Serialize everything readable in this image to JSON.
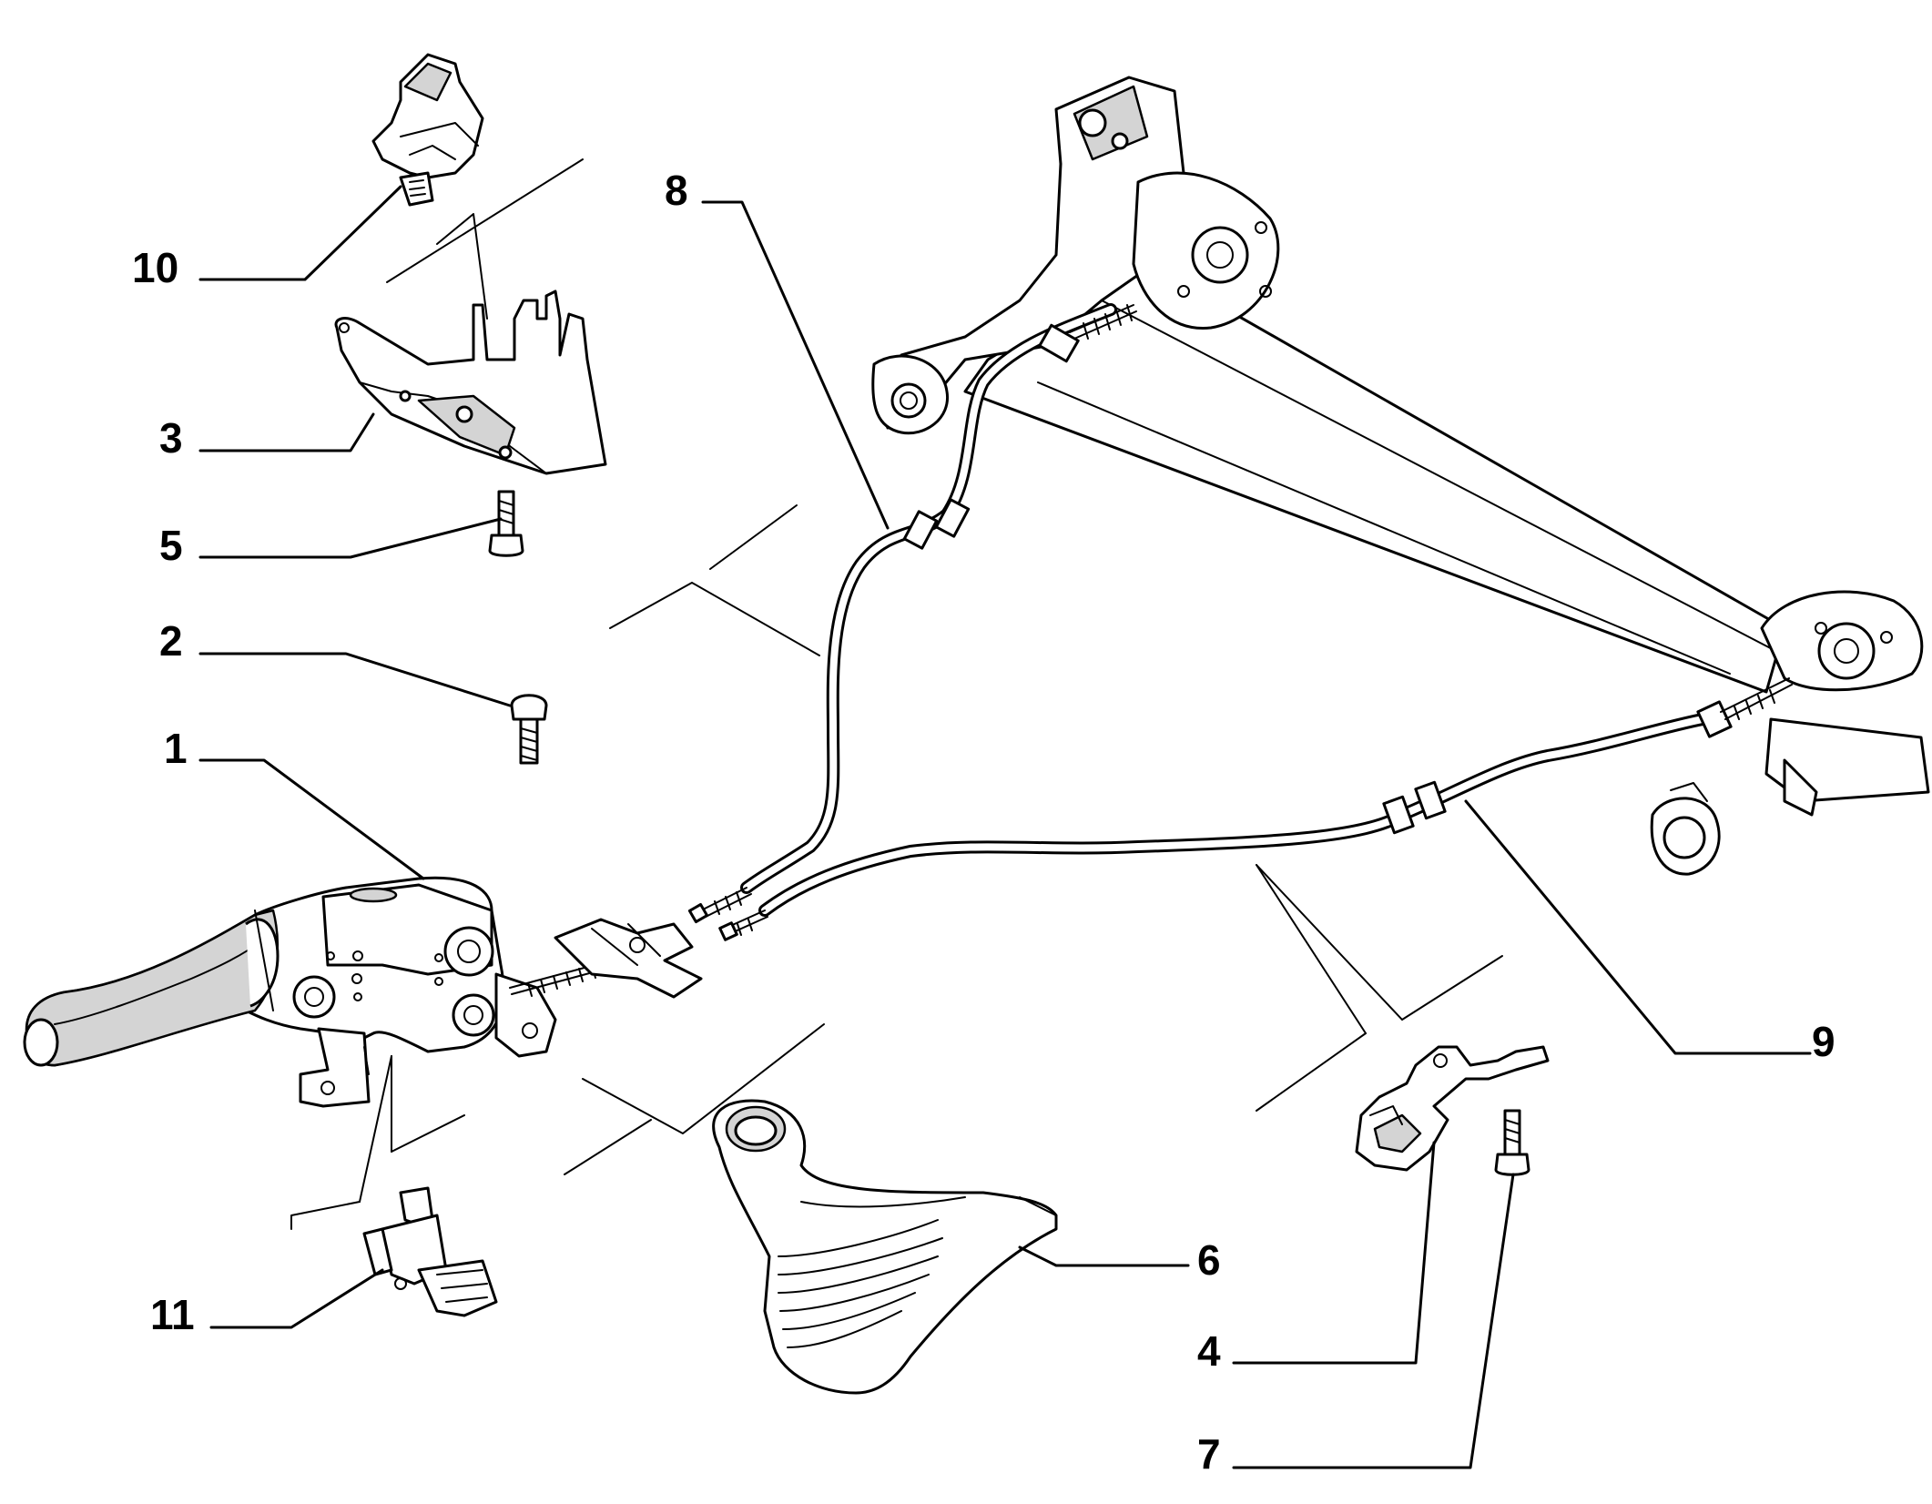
{
  "callouts": {
    "c1": "1",
    "c2": "2",
    "c3": "3",
    "c4": "4",
    "c5": "5",
    "c6": "6",
    "c7": "7",
    "c8": "8",
    "c9": "9",
    "c10": "10",
    "c11": "11"
  },
  "colors": {
    "ink": "#000000",
    "background": "#ffffff",
    "part_shade": "#d4d4d4"
  }
}
